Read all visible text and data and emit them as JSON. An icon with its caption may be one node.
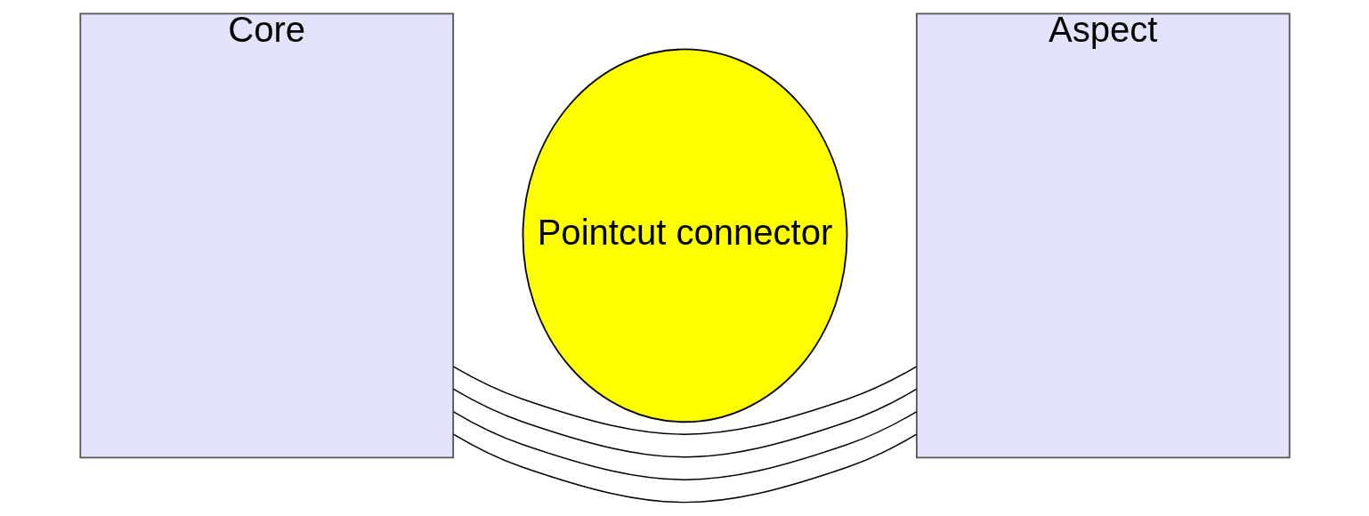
{
  "diagram": {
    "nodes": [
      {
        "text": [
          "Core"
        ]
      },
      {
        "text": [
          "Pointcut connector"
        ]
      },
      {
        "text": [
          "Aspect"
        ]
      }
    ],
    "edges": [
      {
        "from": 0,
        "to": 2,
        "arrow": "none"
      },
      {
        "from": 0,
        "to": 2,
        "arrow": "none"
      },
      {
        "from": 0,
        "to": 2,
        "arrow": "none"
      },
      {
        "from": 0,
        "to": 2,
        "arrow": "none"
      }
    ]
  }
}
